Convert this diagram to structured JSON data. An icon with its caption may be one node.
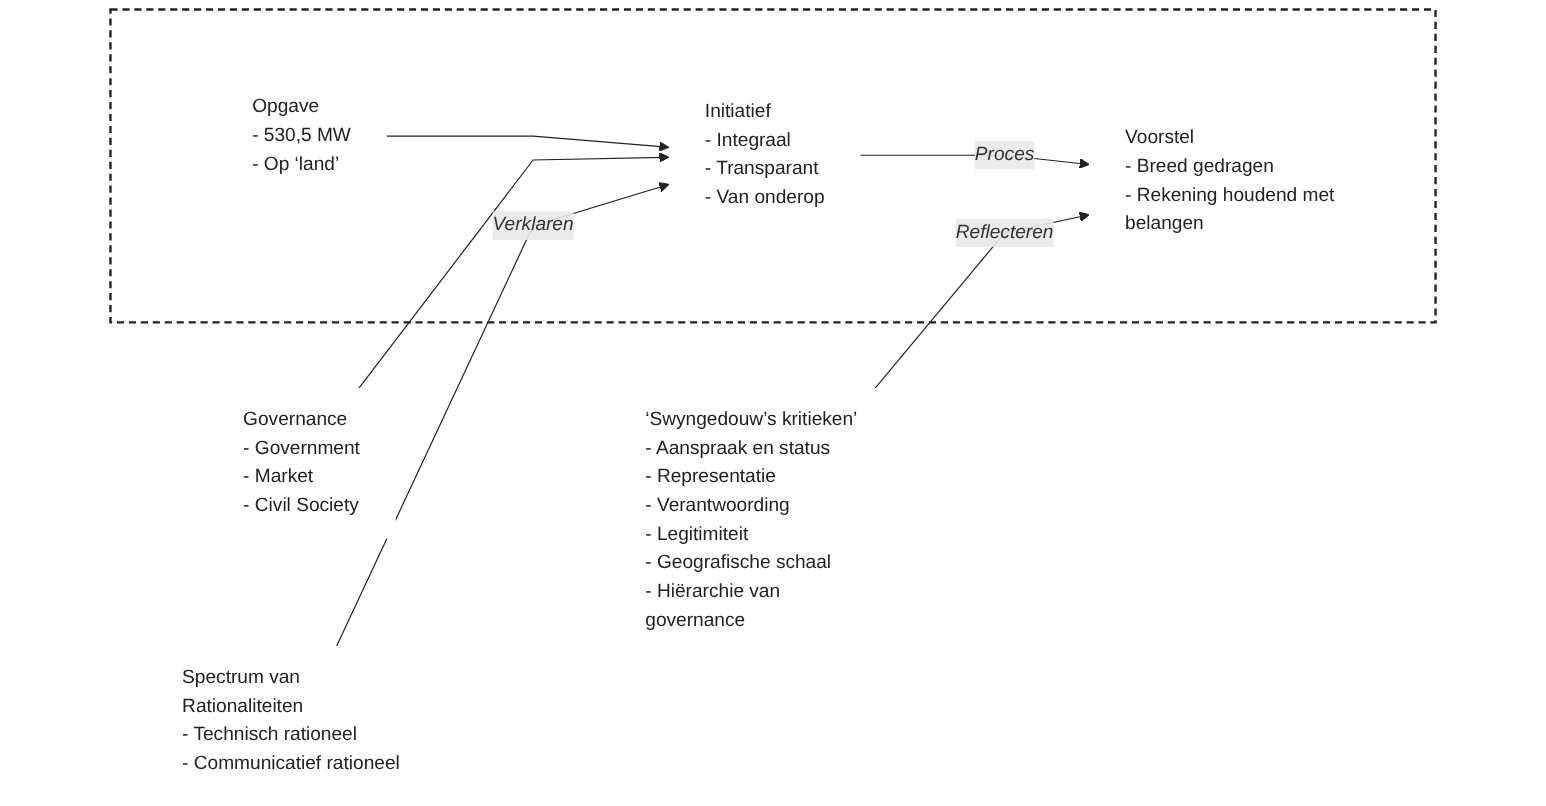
{
  "diagram": {
    "nodes": [
      {
        "text": [],
        "shape": "box"
      },
      {
        "text": [
          "Opgave",
          "- 530,5 MW",
          "- Op ‘land’"
        ],
        "in": 0
      },
      {
        "text": [
          "Initiatief",
          "- Integraal",
          "- Transparant",
          "- Van onderop"
        ],
        "in": 0
      },
      {
        "text": [
          "Voorstel",
          "- Breed gedragen",
          "- Rekening houdend met belangen"
        ],
        "in": 0
      },
      {
        "text": [
          "Governance",
          "- Government",
          "- Market",
          "- Civil Society"
        ]
      },
      {
        "text": [
          "‘Swyngedouw’s kritieken’",
          "- Aanspraak en status",
          "- Representatie",
          "- Verantwoording",
          "- Legitimiteit",
          "- Geografische schaal",
          "- Hiërarchie van governance"
        ]
      },
      {
        "text": [
          "Spectrum van Rationaliteiten",
          "- Technisch rationeel",
          "- Communicatief rationeel"
        ]
      }
    ],
    "edges": [
      {
        "from": 1,
        "to": 2,
        "arrow": "to"
      },
      {
        "from": 2,
        "to": 3,
        "label": "Proces",
        "arrow": "to"
      },
      {
        "from": 4,
        "to": 2,
        "arrow": "to"
      },
      {
        "from": 6,
        "to": 2,
        "label": "Verklaren",
        "arrow": "to"
      },
      {
        "from": 5,
        "to": 3,
        "label": "Reflecteren",
        "arrow": "to"
      }
    ]
  }
}
